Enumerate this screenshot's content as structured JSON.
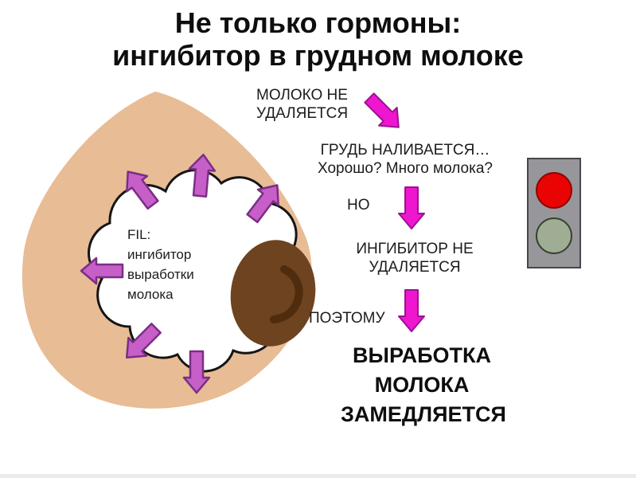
{
  "title": {
    "line1": "Не только гормоны:",
    "line2": "ингибитор в грудном молоке"
  },
  "diagram": {
    "fil_label": {
      "line1": "FIL:",
      "line2": "ингибитор",
      "line3": "выработки",
      "line4": "молока"
    }
  },
  "flow": {
    "step1": {
      "line1": "МОЛОКО НЕ",
      "line2": "УДАЛЯЕТСЯ"
    },
    "step2": {
      "line1": "ГРУДЬ НАЛИВАЕТСЯ…",
      "line2": "Хорошо? Много молока?"
    },
    "connector1": "НО",
    "step3": {
      "line1": "ИНГИБИТОР НЕ",
      "line2": "УДАЛЯЕТСЯ"
    },
    "connector2": "ПОЭТОМУ",
    "step4": {
      "line1": "ВЫРАБОТКА",
      "line2": "МОЛОКА",
      "line3": "ЗАМЕДЛЯЕТСЯ"
    }
  },
  "icons": {
    "flow_arrow_1": "arrow-down-right",
    "flow_arrow_2": "arrow-down",
    "flow_arrow_3": "arrow-down",
    "gland_outflow_arrows": [
      "arrow-up-left",
      "arrow-up",
      "arrow-up-right",
      "arrow-left",
      "arrow-down-left",
      "arrow-down"
    ],
    "traffic_light": "traffic-light-red-stop"
  },
  "colors": {
    "breast": "#e8bc94",
    "cloud": "#ffffff",
    "cloud_outline": "#151515",
    "cloud_arrow": "#c75fc8",
    "cloud_arrow_border": "#7b2e86",
    "flow_arrow": "#ee16ce",
    "flow_arrow_border": "#9c1093",
    "nipple": "#6e431f",
    "nipple_crease": "#4f2c0d",
    "traffic_light_body": "#97979b",
    "traffic_light_border": "#47474b",
    "traffic_light_red": "#ea0303",
    "traffic_light_red_border": "#8b0707",
    "traffic_light_green": "#9ead93",
    "traffic_light_green_border": "#37432f",
    "text": "#111111",
    "footer": "#ebebeb"
  }
}
